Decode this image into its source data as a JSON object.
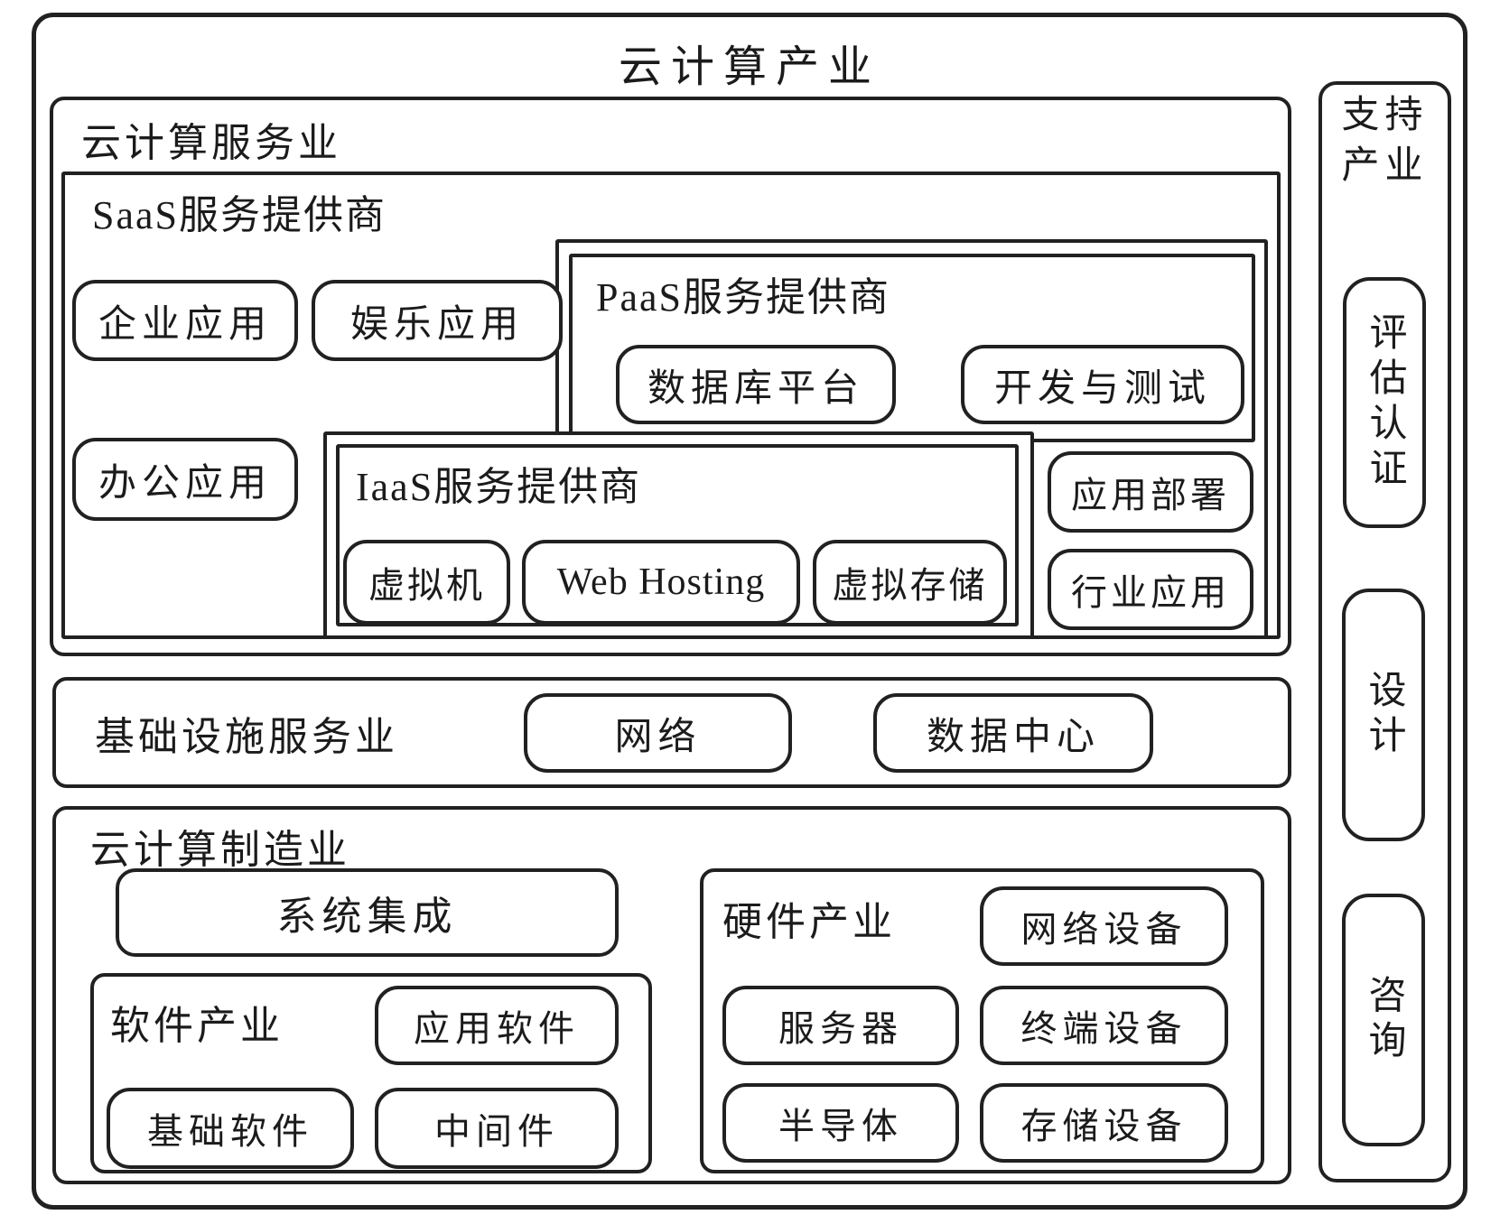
{
  "title": "云计算产业",
  "service": {
    "label": "云计算服务业",
    "saas": {
      "label": "SaaS服务提供商",
      "pills": [
        "企业应用",
        "娱乐应用",
        "办公应用"
      ]
    },
    "paas": {
      "label": "PaaS服务提供商",
      "pills": [
        "数据库平台",
        "开发与测试",
        "应用部署",
        "行业应用"
      ]
    },
    "iaas": {
      "label": "IaaS服务提供商",
      "pills": [
        "虚拟机",
        "Web Hosting",
        "虚拟存储"
      ]
    }
  },
  "infrastructure": {
    "label": "基础设施服务业",
    "pills": [
      "网络",
      "数据中心"
    ]
  },
  "manufacturing": {
    "label": "云计算制造业",
    "system_integration": "系统集成",
    "software": {
      "label": "软件产业",
      "pills": [
        "应用软件",
        "基础软件",
        "中间件"
      ]
    },
    "hardware": {
      "label": "硬件产业",
      "pills": [
        "网络设备",
        "服务器",
        "终端设备",
        "半导体",
        "存储设备"
      ]
    }
  },
  "support": {
    "label": "支持\n产业",
    "items": [
      "评估认证",
      "设计",
      "咨询"
    ]
  }
}
